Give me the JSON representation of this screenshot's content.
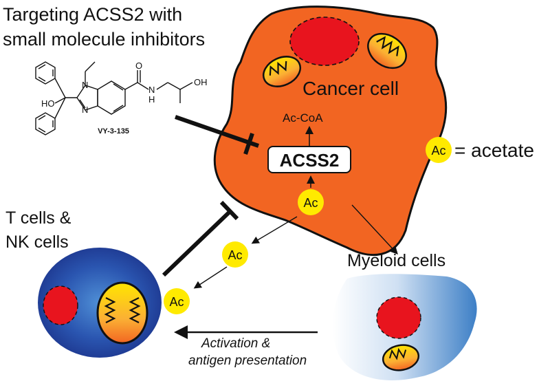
{
  "title_line1": "Targeting ACSS2 with",
  "title_line2": "small molecule inhibitors",
  "compound": {
    "name": "VY-3-135",
    "atom_n1": "N",
    "atom_n2": "N",
    "atom_ho": "HO",
    "atom_o": "O",
    "atom_nh": "N",
    "atom_h": "H",
    "atom_oh": "OH"
  },
  "cancer_cell": {
    "label": "Cancer cell",
    "product": "Ac-CoA",
    "enzyme": "ACSS2",
    "color": "#f26522"
  },
  "legend": {
    "token": "Ac",
    "text": "= acetate",
    "token_color": "#ffea00"
  },
  "t_cells": {
    "line1": "T cells &",
    "line2": "NK cells",
    "color": "#1e3f9a"
  },
  "myeloid": {
    "label": "Myeloid cells",
    "color": "#4a86c8"
  },
  "activation": {
    "line1": "Activation &",
    "line2": "antigen presentation"
  },
  "acetate_tokens": [
    "Ac",
    "Ac",
    "Ac"
  ]
}
